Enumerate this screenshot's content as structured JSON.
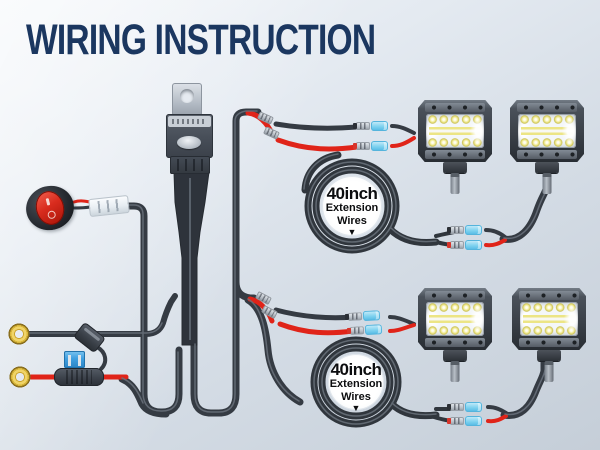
{
  "title": "WIRING INSTRUCTION",
  "coils": [
    {
      "size": "40inch",
      "line1": "Extension",
      "line2": "Wires",
      "arrow": "▼"
    },
    {
      "size": "40inch",
      "line1": "Extension",
      "line2": "Wires",
      "arrow": "▼"
    }
  ],
  "colors": {
    "title_navy": "#1b3760",
    "background_top": "#f4f7fa",
    "background_bottom": "#c5ced8",
    "wire_dark": "#353b43",
    "wire_red": "#e02419",
    "connector_blue": "#7fd2ef",
    "terminal_gold": "#e4c03c",
    "fuse_blue": "#3f9fe0",
    "switch_red": "#d92c1e"
  }
}
